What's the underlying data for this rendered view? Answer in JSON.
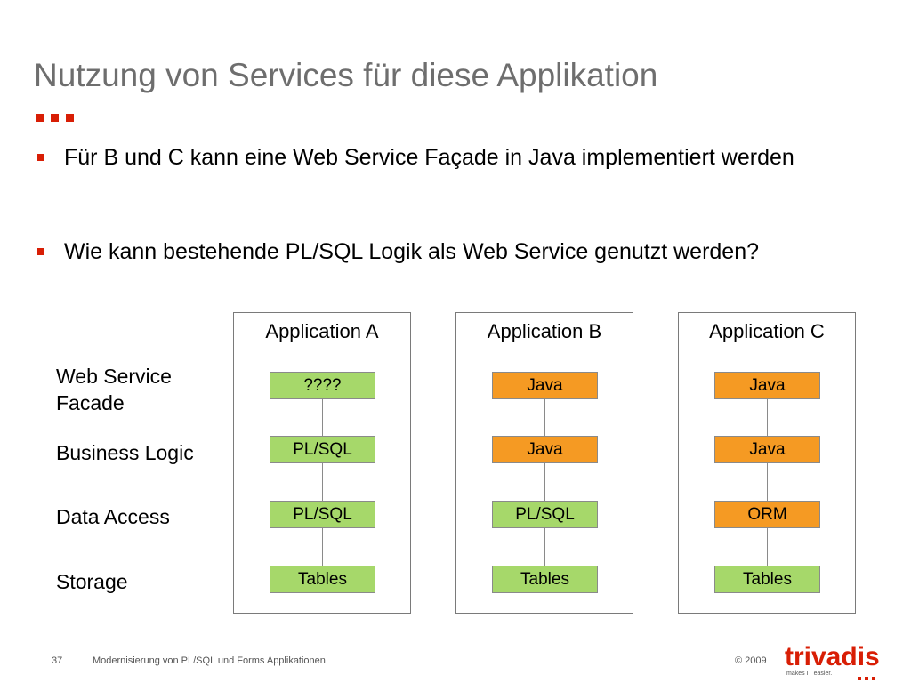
{
  "slide": {
    "title": "Nutzung von Services für diese Applikation",
    "bullets": [
      "Für B und C kann eine Web Service Façade in Java implementiert werden",
      "Wie kann bestehende PL/SQL Logik als Web Service genutzt werden?"
    ]
  },
  "diagram": {
    "layers": [
      "Web Service Facade",
      "Business Logic",
      "Data Access",
      "Storage"
    ],
    "applications": [
      {
        "title": "Application A",
        "nodes": [
          {
            "label": "????",
            "color": "#a6d86a"
          },
          {
            "label": "PL/SQL",
            "color": "#a6d86a"
          },
          {
            "label": "PL/SQL",
            "color": "#a6d86a"
          },
          {
            "label": "Tables",
            "color": "#a6d86a"
          }
        ]
      },
      {
        "title": "Application B",
        "nodes": [
          {
            "label": "Java",
            "color": "#f59a23"
          },
          {
            "label": "Java",
            "color": "#f59a23"
          },
          {
            "label": "PL/SQL",
            "color": "#a6d86a"
          },
          {
            "label": "Tables",
            "color": "#a6d86a"
          }
        ]
      },
      {
        "title": "Application C",
        "nodes": [
          {
            "label": "Java",
            "color": "#f59a23"
          },
          {
            "label": "Java",
            "color": "#f59a23"
          },
          {
            "label": "ORM",
            "color": "#f59a23"
          },
          {
            "label": "Tables",
            "color": "#a6d86a"
          }
        ]
      }
    ]
  },
  "footer": {
    "page_number": "37",
    "text": "Modernisierung von PL/SQL und Forms Applikationen",
    "copyright": "© 2009"
  },
  "logo": {
    "name": "trivadis",
    "tagline": "makes IT easier.",
    "color": "#d81e05"
  }
}
